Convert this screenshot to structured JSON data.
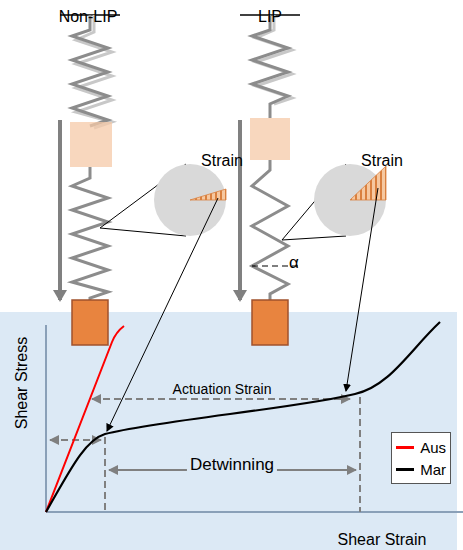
{
  "diagram": {
    "labels": [
      "Non-LIP",
      "LIP",
      "Strain",
      "Strain",
      "α",
      "Shear Stress",
      "Actuation Strain",
      "Detwinning",
      "Shear Strain"
    ],
    "legend": [
      {
        "text": "Aus",
        "color": "#ff0000"
      },
      {
        "text": "Mar",
        "color": "#000000"
      }
    ]
  }
}
